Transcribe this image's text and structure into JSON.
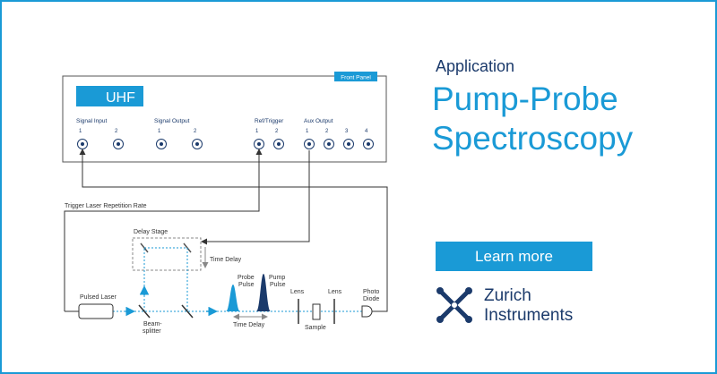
{
  "colors": {
    "accent": "#1a9ad6",
    "navy": "#1b3a6b",
    "line": "#333333"
  },
  "instrument": {
    "name": "UHF",
    "front_panel_tab": "Front Panel",
    "signal_input": {
      "label": "Signal Input",
      "ports": [
        "1",
        "2"
      ]
    },
    "signal_output": {
      "label": "Signal Output",
      "ports": [
        "1",
        "2"
      ]
    },
    "ref_trigger": {
      "label": "Ref/Trigger",
      "ports": [
        "1",
        "2"
      ]
    },
    "aux_output": {
      "label": "Aux Output",
      "ports": [
        "1",
        "2",
        "3",
        "4"
      ]
    }
  },
  "setup": {
    "trigger_label": "Trigger Laser Repetition Rate",
    "delay_stage": "Delay Stage",
    "time_delay_vertical": "Time Delay",
    "pulsed_laser": "Pulsed Laser",
    "beamsplitter": [
      "Beam-",
      "splitter"
    ],
    "probe_pulse": [
      "Probe",
      "Pulse"
    ],
    "pump_pulse": [
      "Pump",
      "Pulse"
    ],
    "time_delay_horizontal": "Time Delay",
    "lens_1": "Lens",
    "lens_2": "Lens",
    "sample": "Sample",
    "photo_diode": [
      "Photo",
      "Diode"
    ]
  },
  "promo": {
    "subtitle": "Application",
    "title_lines": [
      "Pump-Probe",
      "Spectroscopy"
    ],
    "cta_label": "Learn more",
    "brand_lines": [
      "Zurich",
      "Instruments"
    ]
  }
}
